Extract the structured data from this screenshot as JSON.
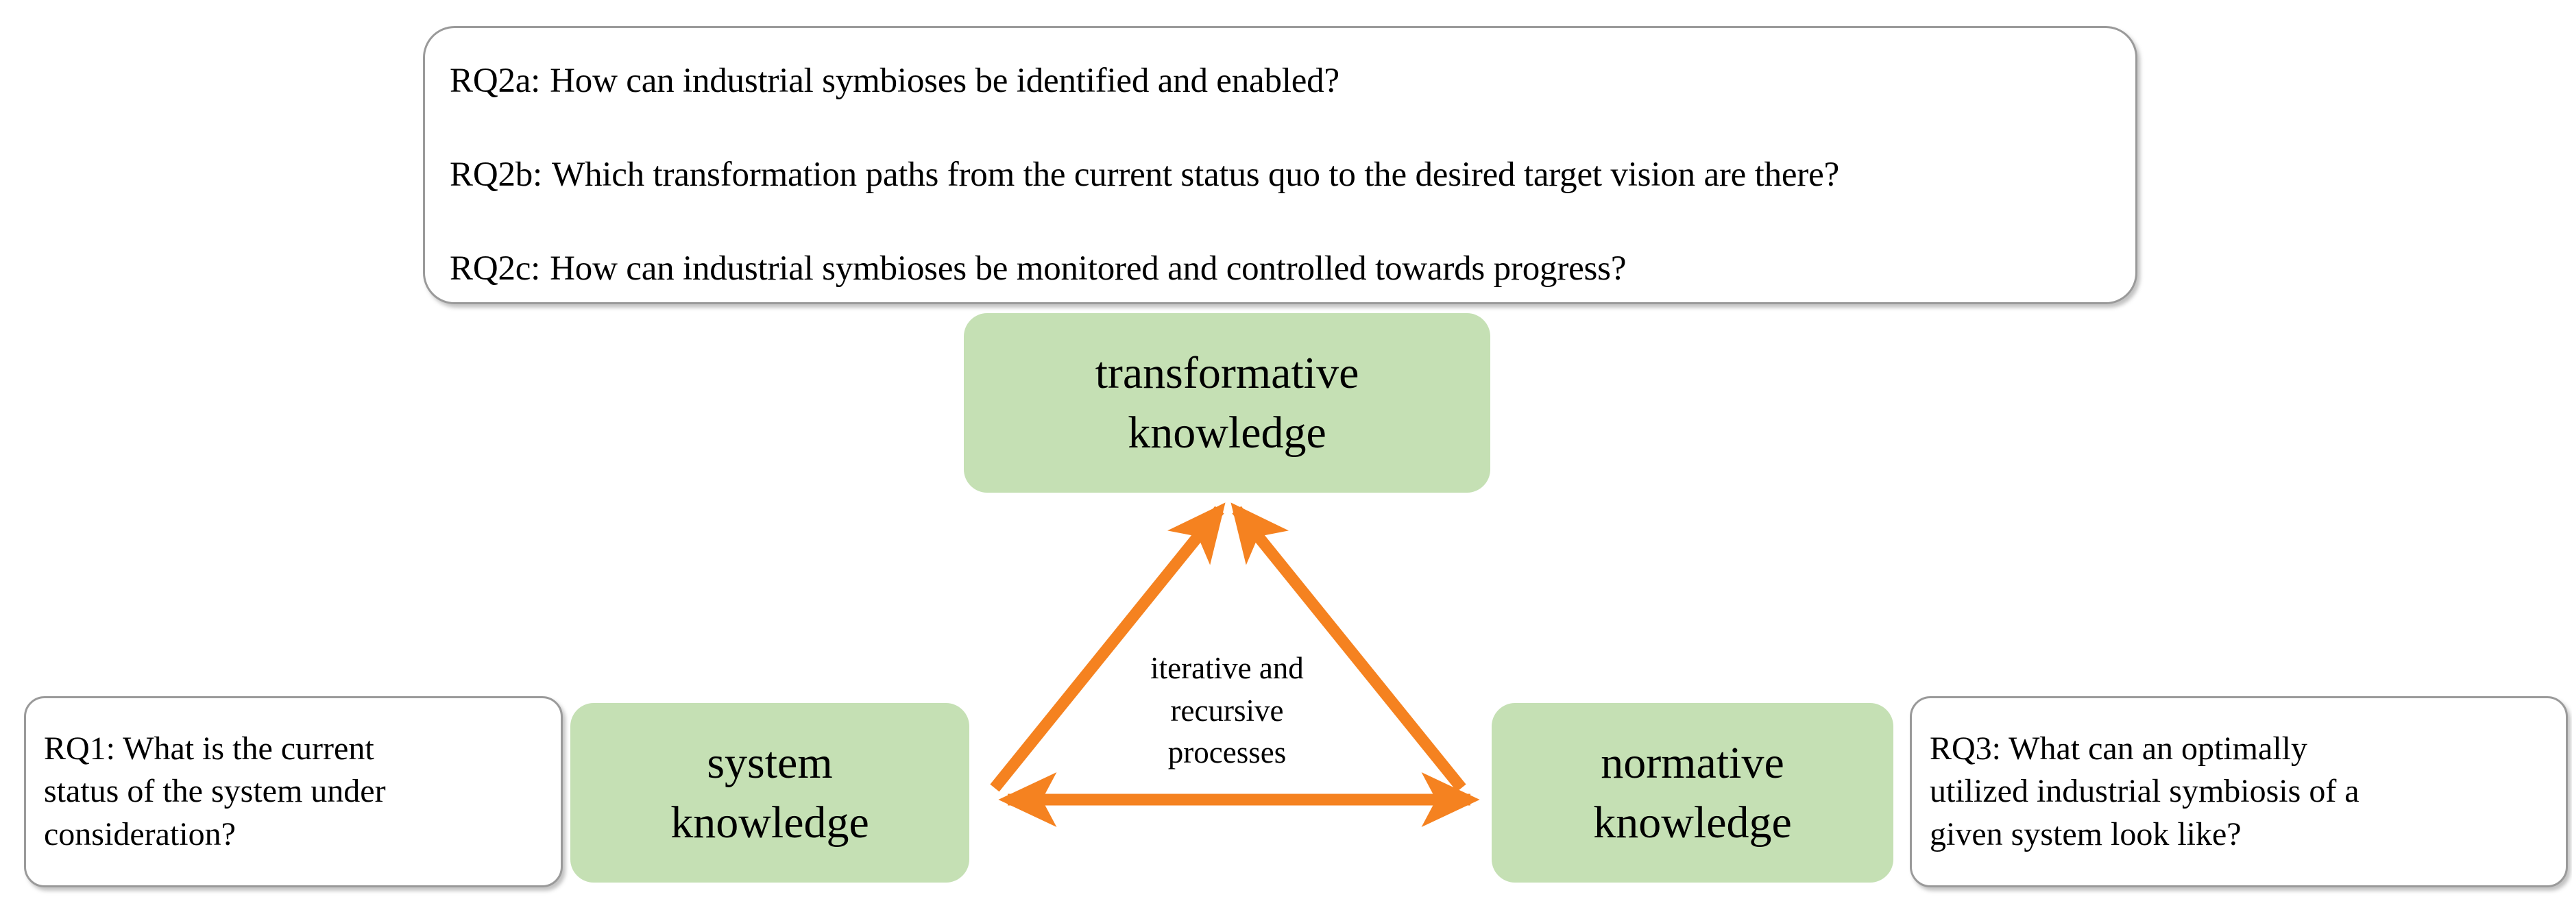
{
  "diagram": {
    "title": "Knowledge types and research questions",
    "colors": {
      "node_fill": "#c5e0b4",
      "node_text": "#000000",
      "arrow": "#f58220",
      "box_border": "#9a9a9a",
      "background": "#ffffff"
    }
  },
  "rq2_box": {
    "lines": [
      {
        "tag": "RQ2a:",
        "text": "How can industrial symbioses be identified and enabled?"
      },
      {
        "tag": "RQ2b:",
        "text": "Which transformation paths from the current status quo to the desired target vision are there?"
      },
      {
        "tag": "RQ2c:",
        "text": "How can industrial symbioses be monitored and controlled towards progress?"
      }
    ]
  },
  "rq1_box": {
    "lines": [
      "RQ1: What is the current",
      "status of the system under",
      "consideration?"
    ]
  },
  "rq3_box": {
    "lines": [
      "RQ3: What can an optimally",
      "utilized industrial symbiosis of a",
      "given system look like?"
    ]
  },
  "nodes": {
    "transformative": {
      "line1": "transformative",
      "line2": "knowledge"
    },
    "system": {
      "line1": "system",
      "line2": "knowledge"
    },
    "normative": {
      "line1": "normative",
      "line2": "knowledge"
    }
  },
  "center_caption": {
    "line1": "iterative and",
    "line2": "recursive",
    "line3": "processes"
  }
}
